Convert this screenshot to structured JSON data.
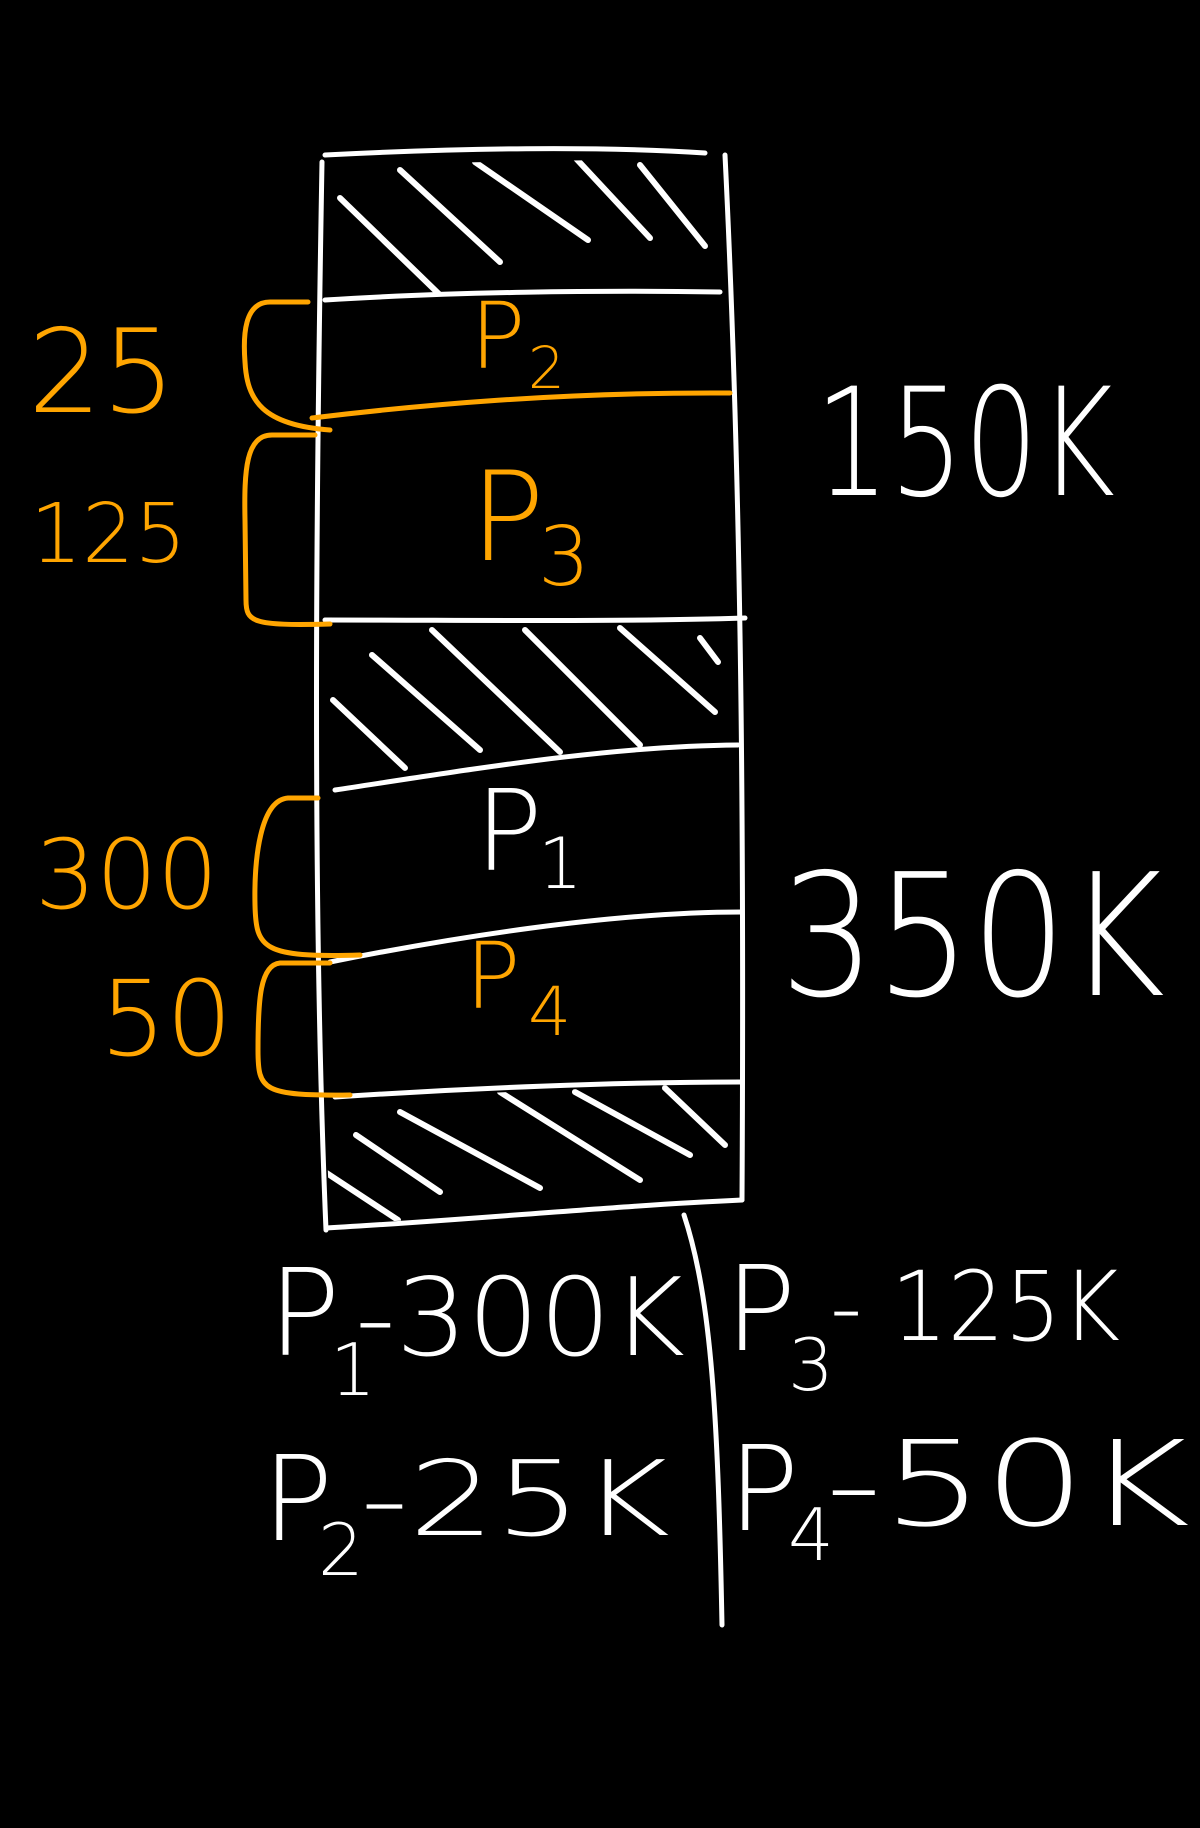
{
  "colors": {
    "background": "#000000",
    "ink_white": "#ffffff",
    "ink_orange": "#ffa500"
  },
  "memory_blocks": [
    {
      "id": "free-top",
      "kind": "hole"
    },
    {
      "id": "p2",
      "kind": "process",
      "label": "P",
      "subscript": "2",
      "size_mark": "25"
    },
    {
      "id": "p3",
      "kind": "process",
      "label": "P",
      "subscript": "3",
      "size_mark": "125"
    },
    {
      "id": "free-middle",
      "kind": "hole"
    },
    {
      "id": "p1",
      "kind": "process",
      "label": "P",
      "subscript": "1",
      "size_mark": "300"
    },
    {
      "id": "p4",
      "kind": "process",
      "label": "P",
      "subscript": "4",
      "size_mark": "50"
    },
    {
      "id": "free-bottom",
      "kind": "hole"
    }
  ],
  "partitions": [
    {
      "label": "150K"
    },
    {
      "label": "350K"
    }
  ],
  "requirements": {
    "left": [
      {
        "label": "P",
        "subscript": "1",
        "value": "-300K"
      },
      {
        "label": "P",
        "subscript": "2",
        "value": "-25K"
      }
    ],
    "right": [
      {
        "label": "P",
        "subscript": "3",
        "value": "- 125K"
      },
      {
        "label": "P",
        "subscript": "4",
        "value": "-50K"
      }
    ]
  }
}
